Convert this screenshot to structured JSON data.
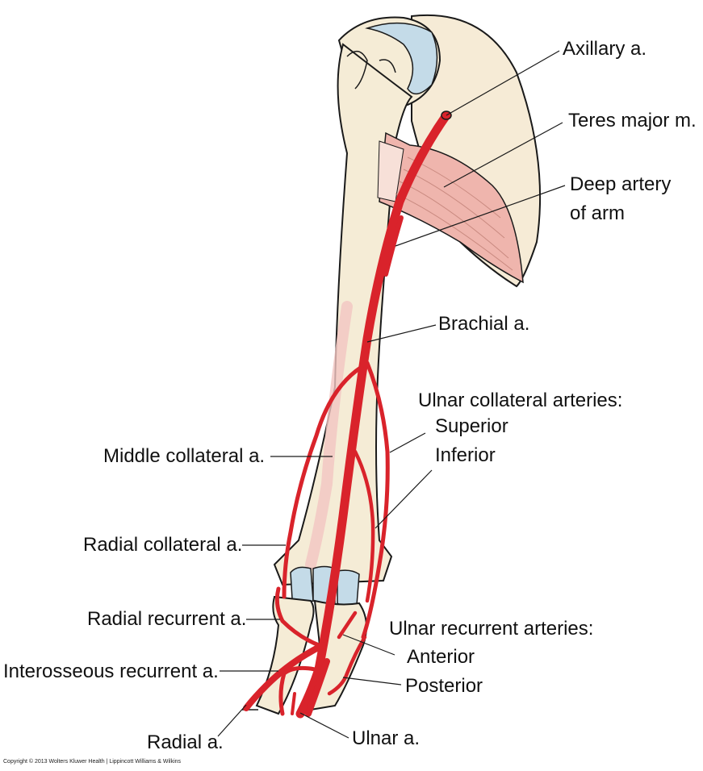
{
  "labels": {
    "axillary": "Axillary a.",
    "teres_major": "Teres major m.",
    "deep_artery_line1": "Deep artery",
    "deep_artery_line2": "of arm",
    "brachial": "Brachial a.",
    "ulnar_collateral_heading": "Ulnar collateral arteries:",
    "superior": "Superior",
    "inferior": "Inferior",
    "middle_collateral": "Middle collateral a.",
    "radial_collateral": "Radial collateral a.",
    "radial_recurrent": "Radial recurrent a.",
    "ulnar_recurrent_heading": "Ulnar recurrent arteries:",
    "anterior": "Anterior",
    "interosseous_recurrent": "Interosseous recurrent a.",
    "posterior": "Posterior",
    "radial": "Radial a.",
    "ulnar": "Ulnar a."
  },
  "copyright": "Copyright © 2013 Wolters Kluwer Health | Lippincott Williams & Wilkins",
  "colors": {
    "artery": "#d9232b",
    "bone": "#f5ecd6",
    "cartilage": "#c4dbe8",
    "muscle": "#efb5ad",
    "scapula": "#f6ebd6",
    "outline": "#1a1a1a"
  }
}
